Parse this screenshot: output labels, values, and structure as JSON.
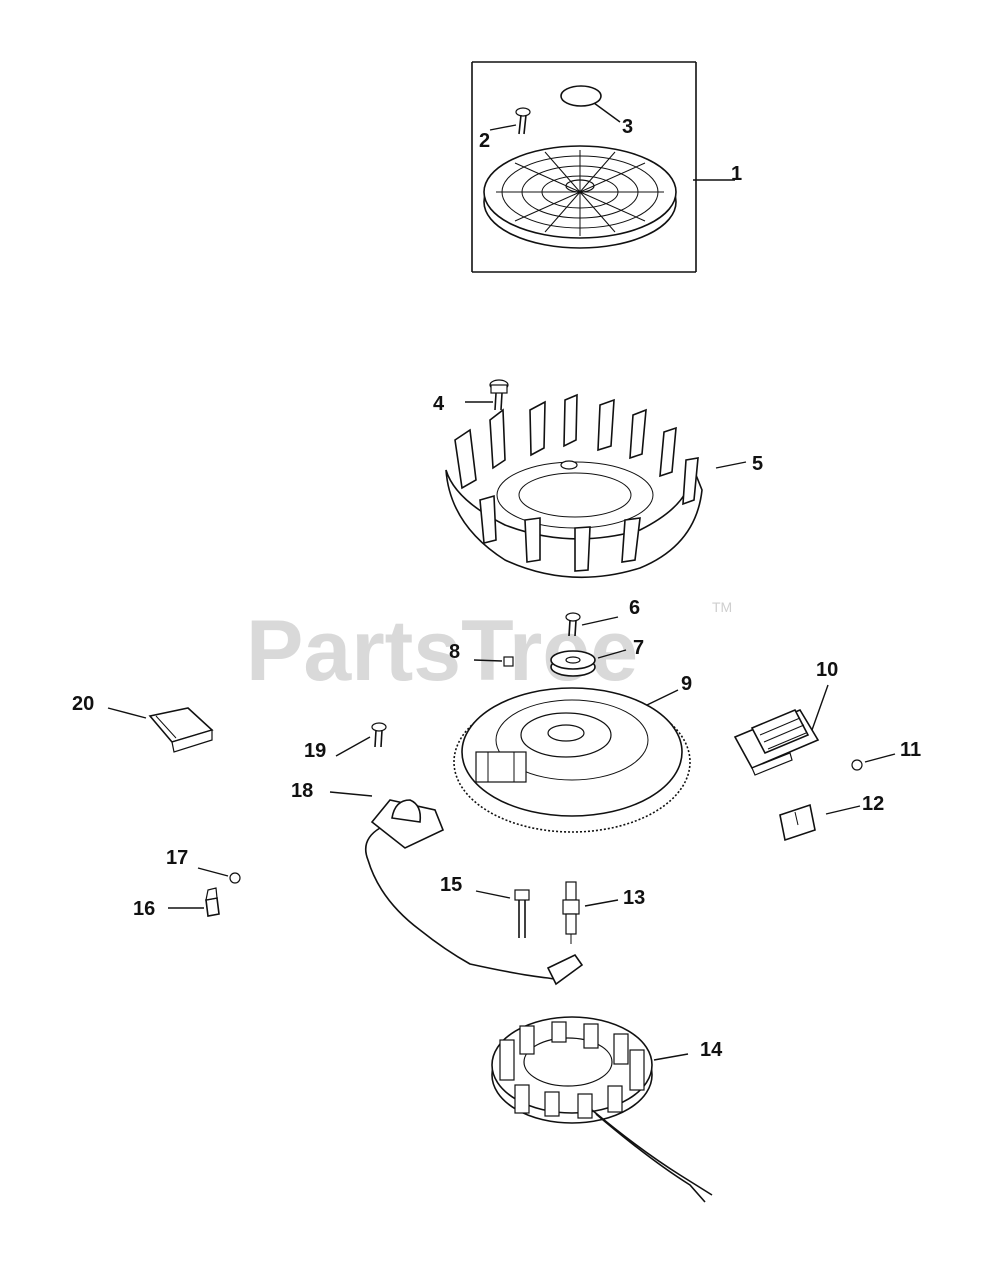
{
  "watermark": {
    "text": "PartsTree",
    "trademark": "TM"
  },
  "callouts": [
    "1",
    "2",
    "3",
    "4",
    "5",
    "6",
    "7",
    "8",
    "9",
    "10",
    "11",
    "12",
    "13",
    "14",
    "15",
    "16",
    "17",
    "18",
    "19",
    "20"
  ]
}
